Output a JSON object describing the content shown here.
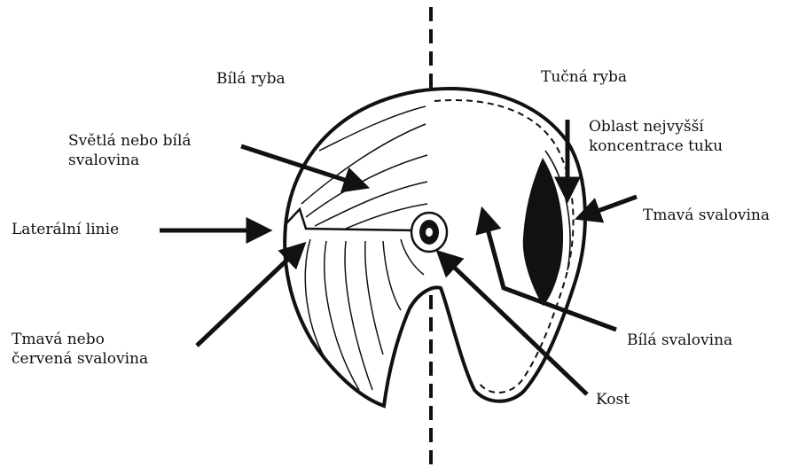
{
  "diagram": {
    "header_left": "Bílá ryba",
    "header_right": "Tučná ryba",
    "labels": {
      "light_muscle": [
        "Světlá nebo bílá",
        "svalovina"
      ],
      "lateral_line": "Laterální linie",
      "dark_red_muscle": [
        "Tmavá nebo",
        "červená svalovina"
      ],
      "highest_fat": [
        "Oblast nejvyšší",
        "koncentrace tuku"
      ],
      "dark_muscle": "Tmavá svalovina",
      "white_muscle": "Bílá svalovina",
      "bone": "Kost"
    }
  },
  "colors": {
    "ink": "#111111",
    "background": "#ffffff"
  }
}
